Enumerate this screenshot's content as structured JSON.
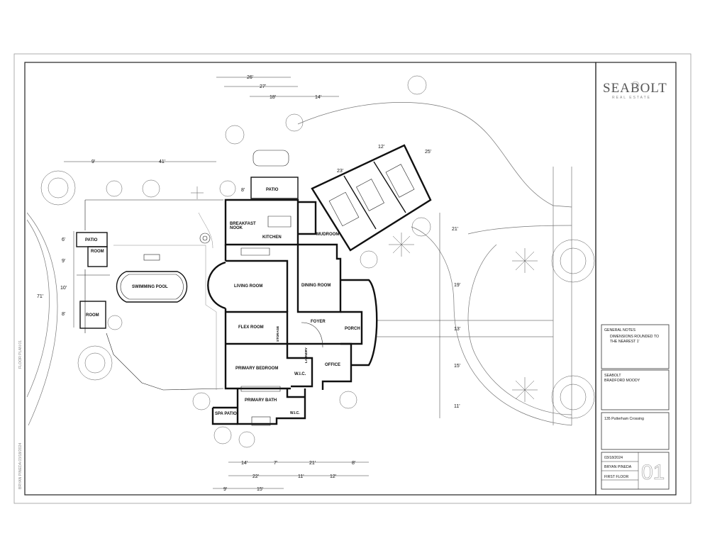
{
  "brand": {
    "name": "SEABOLT",
    "tagline": "REAL ESTATE"
  },
  "side_text": {
    "sheet": "FLOOR PLAN 01",
    "stamp": "BRYAN PINEDA     03/18/2024"
  },
  "rooms": {
    "patio_top": "PATIO",
    "breakfast_nook_1": "BREAKFAST",
    "breakfast_nook_2": "NOOK",
    "kitchen": "KITCHEN",
    "mudroom": "MUDROOM",
    "patio_left": "PATIO",
    "room_small": "ROOM",
    "room_left": "ROOM",
    "swimming_pool": "SWIMMING POOL",
    "living_room": "LIVING ROOM",
    "dining_room": "DINING ROOM",
    "flex_room": "FLEX ROOM",
    "storage": "STORAGE",
    "foyer": "FOYER",
    "porch": "PORCH",
    "laundry": "LAUNDRY",
    "office": "OFFICE",
    "primary_bedroom": "PRIMARY BEDROOM",
    "wic_1": "W.I.C.",
    "primary_bath": "PRIMARY BATH",
    "wic_2": "W.I.C.",
    "spa_patio": "SPA PATIO"
  },
  "dimensions": {
    "top_26": "26'",
    "top_27": "27'",
    "top_18": "18'",
    "top_14": "14'",
    "left_9": "9'",
    "left_41": "41'",
    "patio_8": "8'",
    "garage_12": "12'",
    "garage_25": "25'",
    "garage_23": "23'",
    "right_21": "21'",
    "right_19": "19'",
    "right_13": "13'",
    "right_15": "15'",
    "right_11": "11'",
    "left_71": "71'",
    "left_6": "6'",
    "left_9b": "9'",
    "left_10": "10'",
    "left_8": "8'",
    "bot_14": "14'",
    "bot_7": "7'",
    "bot_21": "21'",
    "bot_8": "8'",
    "bot_22": "22'",
    "bot_11": "11'",
    "bot_12": "12'",
    "bot_9": "9'",
    "bot_15": "15'"
  },
  "title_block": {
    "notes_title": "GENERAL NOTES",
    "notes_line1": "DIMENSIONS ROUNDED TO",
    "notes_line2": "THE NEAREST 1'",
    "client_1": "SEABOLT",
    "client_2": "BRADFORD MOODY",
    "address": "135 Putterham Crossing",
    "date": "03/18/2024",
    "drawn_by": "BRYAN PINEDA",
    "floor": "FIRST FLOOR",
    "sheet_number": "01"
  }
}
